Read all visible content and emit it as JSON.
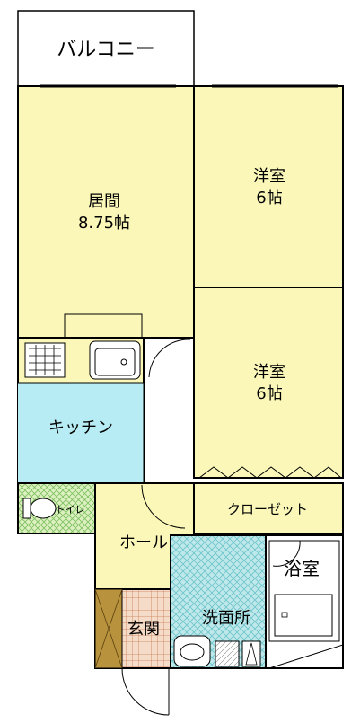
{
  "rooms": {
    "balcony": {
      "label": "バルコニー"
    },
    "living": {
      "label": "居間",
      "size": "8.75帖"
    },
    "western1": {
      "label": "洋室",
      "size": "6帖"
    },
    "western2": {
      "label": "洋室",
      "size": "6帖"
    },
    "kitchen": {
      "label": "キッチン"
    },
    "closet": {
      "label": "クローゼット"
    },
    "toilet": {
      "label": "トイレ"
    },
    "hall": {
      "label": "ホール"
    },
    "bath": {
      "label": "浴室"
    },
    "entrance": {
      "label": "玄関"
    },
    "washroom": {
      "label": "洗面所"
    }
  },
  "colors": {
    "room_fill": "#faf7b8",
    "kitchen_fill": "#b8ecf4",
    "toilet_fill": "#dcf0c0",
    "wash_fill": "#bfe8ea",
    "entrance_fill": "#f0d0b8",
    "shoebox_fill": "#b8923c",
    "wall": "#000000"
  }
}
